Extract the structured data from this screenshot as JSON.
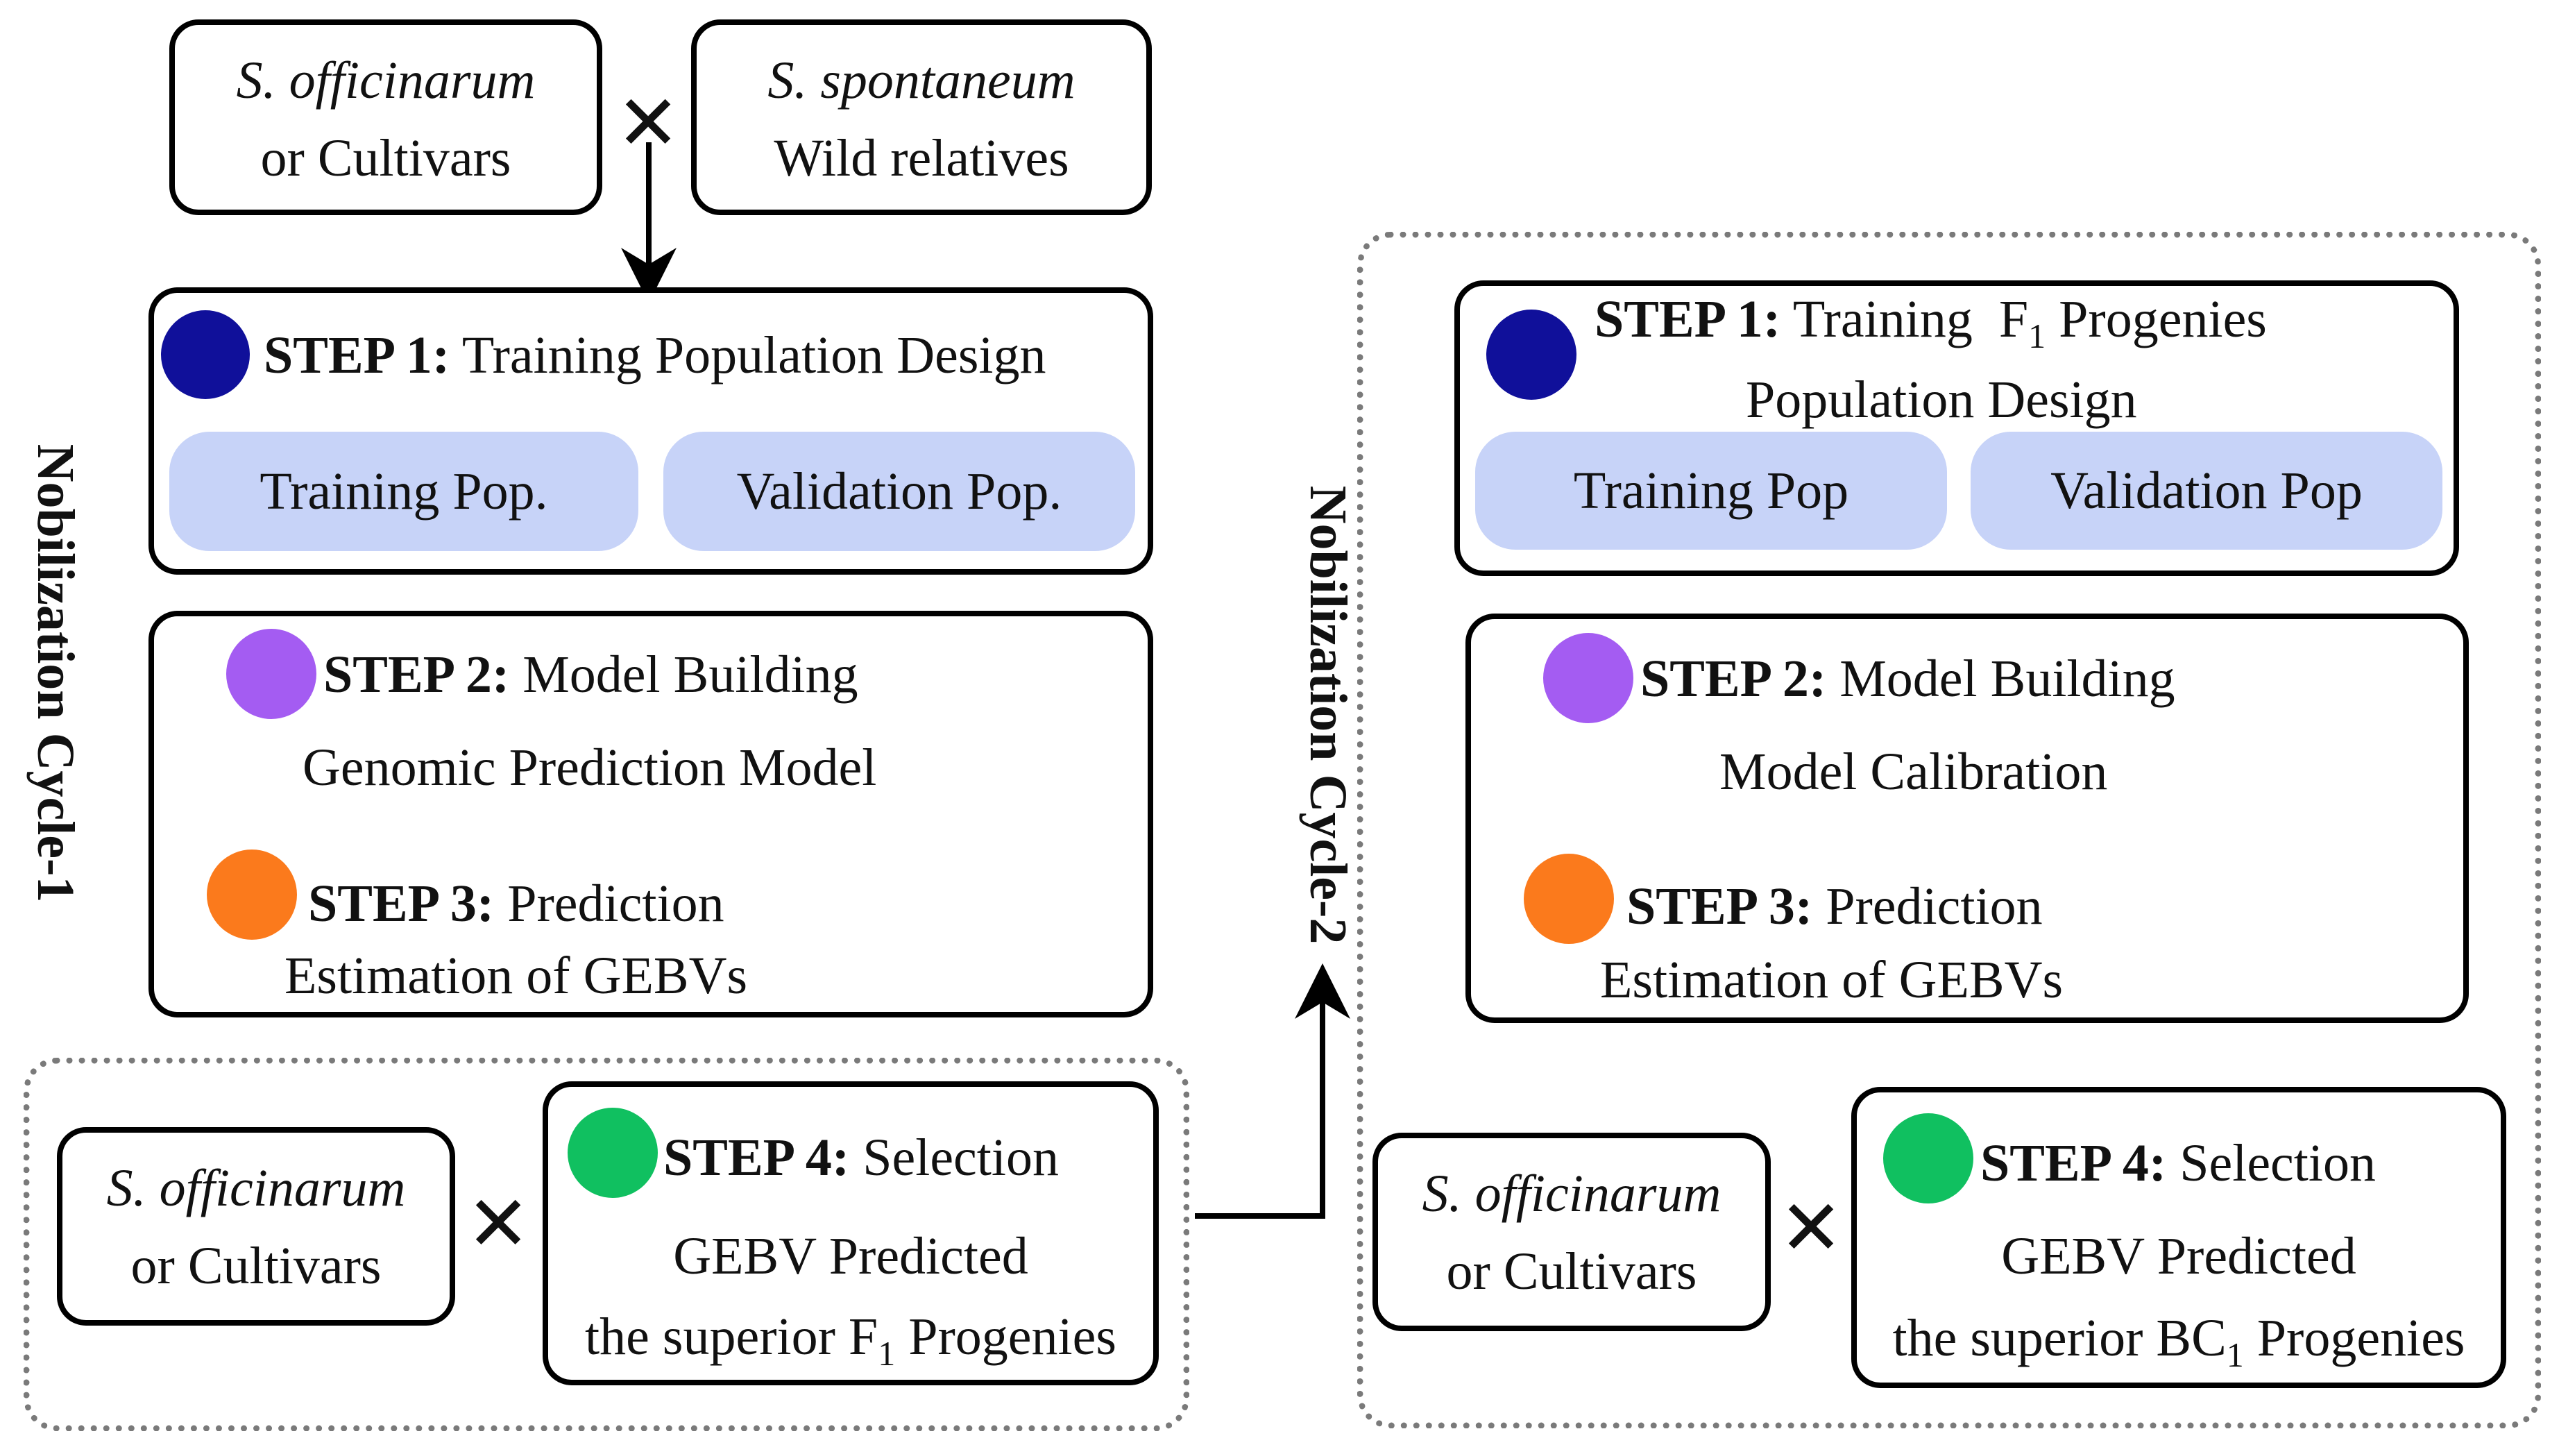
{
  "cycles": {
    "cycle1": "Nobilization Cycle-1",
    "cycle2": "Nobilization Cycle-2"
  },
  "parents": {
    "officinarum_species": "S. officinarum",
    "officinarum_sub": "or Cultivars",
    "spontaneum_species": "S. spontaneum",
    "spontaneum_sub": "Wild relatives",
    "cross_symbol": "✕"
  },
  "cycle1": {
    "step1_label": "STEP 1:",
    "step1_text": "Training Population Design",
    "training_pop": "Training Pop.",
    "validation_pop": "Validation Pop.",
    "step2_label": "STEP 2:",
    "step2_text": "Model Building",
    "step2_sub": "Genomic Prediction Model",
    "step3_label": "STEP 3:",
    "step3_text": "Prediction",
    "step3_sub": "Estimation of GEBVs",
    "step4_label": "STEP 4:",
    "step4_text": "Selection",
    "step4_sub1": "GEBV Predicted",
    "step4_sub2_pre": "the superior F",
    "step4_sub2_subscript": "1",
    "step4_sub2_post": " Progenies"
  },
  "cycle2": {
    "step1_label": "STEP 1:",
    "step1_text_pre": "Training  F",
    "step1_text_subscript": "1",
    "step1_text_post": " Progenies",
    "step1_sub": "Population Design",
    "training_pop": "Training Pop",
    "validation_pop": "Validation Pop",
    "step2_label": "STEP 2:",
    "step2_text": "Model Building",
    "step2_sub": "Model Calibration",
    "step3_label": "STEP 3:",
    "step3_text": "Prediction",
    "step3_sub": "Estimation of GEBVs",
    "step4_label": "STEP 4:",
    "step4_text": "Selection",
    "step4_sub1": "GEBV Predicted",
    "step4_sub2_pre": "the superior BC",
    "step4_sub2_subscript": "1",
    "step4_sub2_post": " Progenies"
  },
  "colors": {
    "step1": "#10109a",
    "step2": "#a45cf2",
    "step3": "#fb7a1c",
    "step4": "#10c060",
    "pill": "#c7d3f8",
    "dash": "#7a7a7a"
  }
}
